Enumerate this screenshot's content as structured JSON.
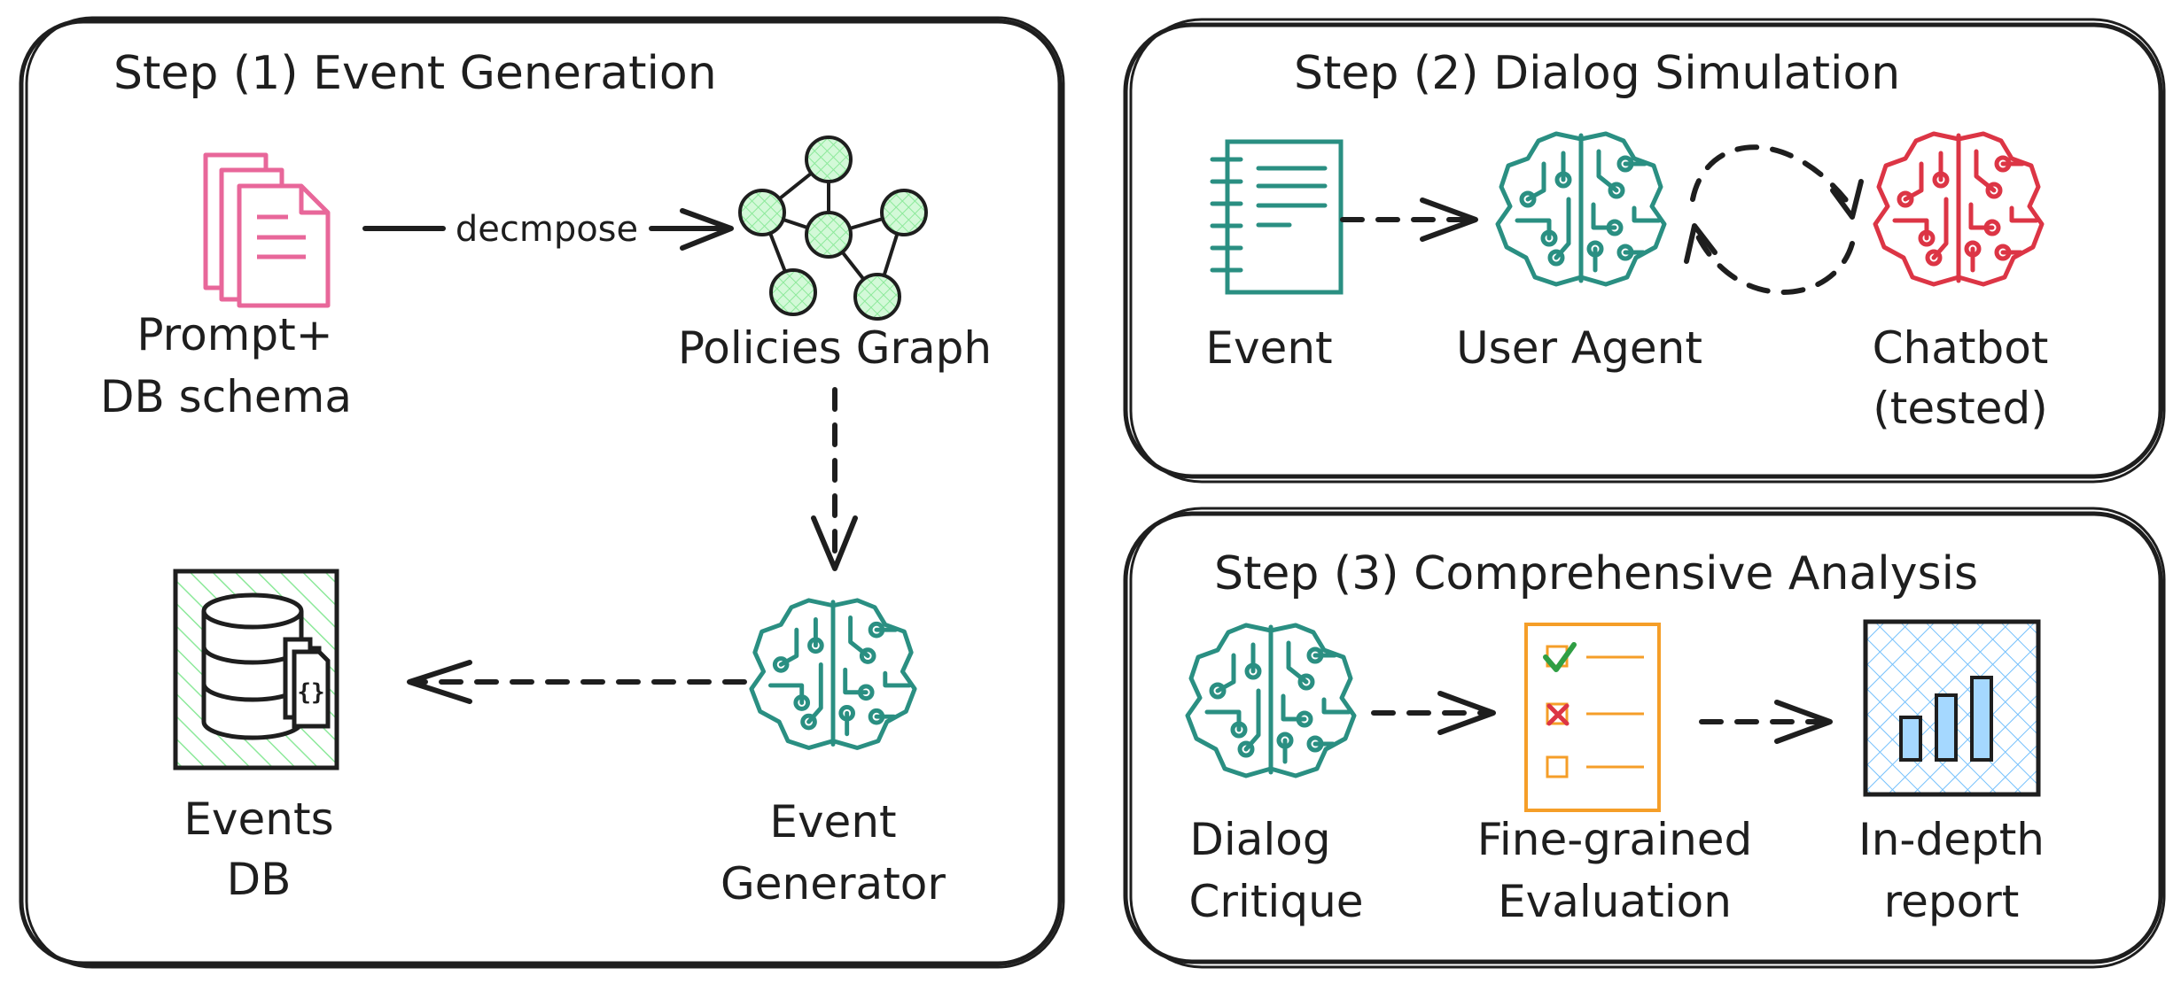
{
  "steps": {
    "step1": {
      "title": "Step (1) Event Generation",
      "prompt_label_1": "Prompt+",
      "prompt_label_2": "DB schema",
      "decompose_label": "decmpose",
      "graph_label": "Policies Graph",
      "events_db_label_1": "Events",
      "events_db_label_2": "DB",
      "generator_label_1": "Event",
      "generator_label_2": "Generator"
    },
    "step2": {
      "title": "Step (2) Dialog Simulation",
      "event_label": "Event",
      "user_agent_label": "User Agent",
      "chatbot_label_1": "Chatbot",
      "chatbot_label_2": "(tested)"
    },
    "step3": {
      "title": "Step (3) Comprehensive Analysis",
      "critique_label_1": "Dialog",
      "critique_label_2": "Critique",
      "evaluation_label_1": "Fine-grained",
      "evaluation_label_2": "Evaluation",
      "report_label_1": "In-depth",
      "report_label_2": "report",
      "db_icon_text": "{}"
    }
  },
  "colors": {
    "stroke": "#1e1e1e",
    "teal": "#2a8f82",
    "red": "#dc3545",
    "pink": "#e8679a",
    "orange": "#f59e28",
    "green_fill": "#b2f2bb",
    "blue_fill": "#a5d8ff",
    "check_green": "#2f9e44"
  },
  "icons": [
    "documents-icon",
    "graph-icon",
    "database-icon",
    "brain-chip-icon",
    "notebook-icon",
    "checklist-icon",
    "bar-chart-icon"
  ]
}
